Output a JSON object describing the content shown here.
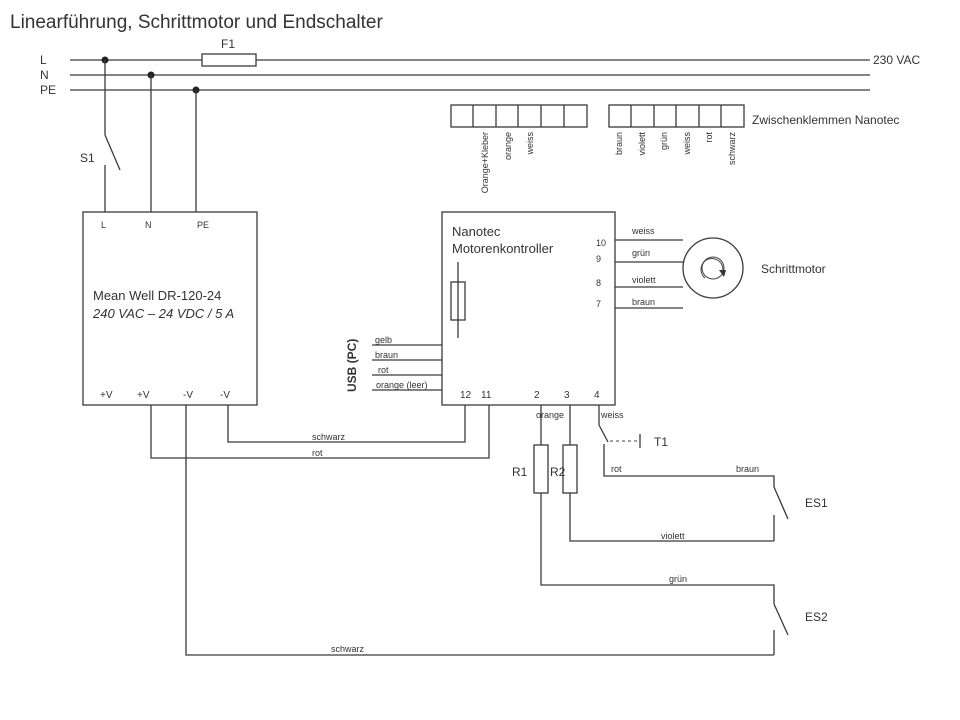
{
  "title": "Linearführung, Schrittmotor und Endschalter",
  "mains": {
    "labels": [
      "L",
      "N",
      "PE"
    ],
    "voltage": "230 VAC",
    "fuse": "F1",
    "switch": "S1"
  },
  "terminals": {
    "label": "Zwischenklemmen Nanotec",
    "left_block": [
      "Orange+Kleber",
      "orange",
      "weiss"
    ],
    "right_block": [
      "braun",
      "violett",
      "grün",
      "weiss",
      "rot",
      "schwarz"
    ]
  },
  "power_supply": {
    "line1": "Mean Well DR-120-24",
    "line2": "240 VAC – 24 VDC / 5 A",
    "top_pins": [
      "L",
      "N",
      "PE"
    ],
    "bottom_pins": [
      "+V",
      "+V",
      "-V",
      "-V"
    ]
  },
  "controller": {
    "line1": "Nanotec",
    "line2": "Motorenkontroller",
    "right_pins": [
      "10",
      "9",
      "8",
      "7"
    ],
    "bottom_pins": [
      "12",
      "11",
      "2",
      "3",
      "4"
    ],
    "usb_label": "USB (PC)",
    "usb_wires": [
      "gelb",
      "braun",
      "rot",
      "orange (leer)"
    ]
  },
  "motor": {
    "label": "Schrittmotor",
    "wires": [
      "weiss",
      "grün",
      "violett",
      "braun"
    ]
  },
  "wiring": {
    "psu_schwarz": "schwarz",
    "psu_rot": "rot",
    "pin2_label": "orange",
    "pin4_label": "weiss",
    "t1": "T1",
    "r1": "R1",
    "r2": "R2",
    "es1": "ES1",
    "es2": "ES2",
    "es_rot": "rot",
    "es_braun": "braun",
    "violett": "violett",
    "gruen": "grün",
    "schwarz_bottom": "schwarz"
  }
}
